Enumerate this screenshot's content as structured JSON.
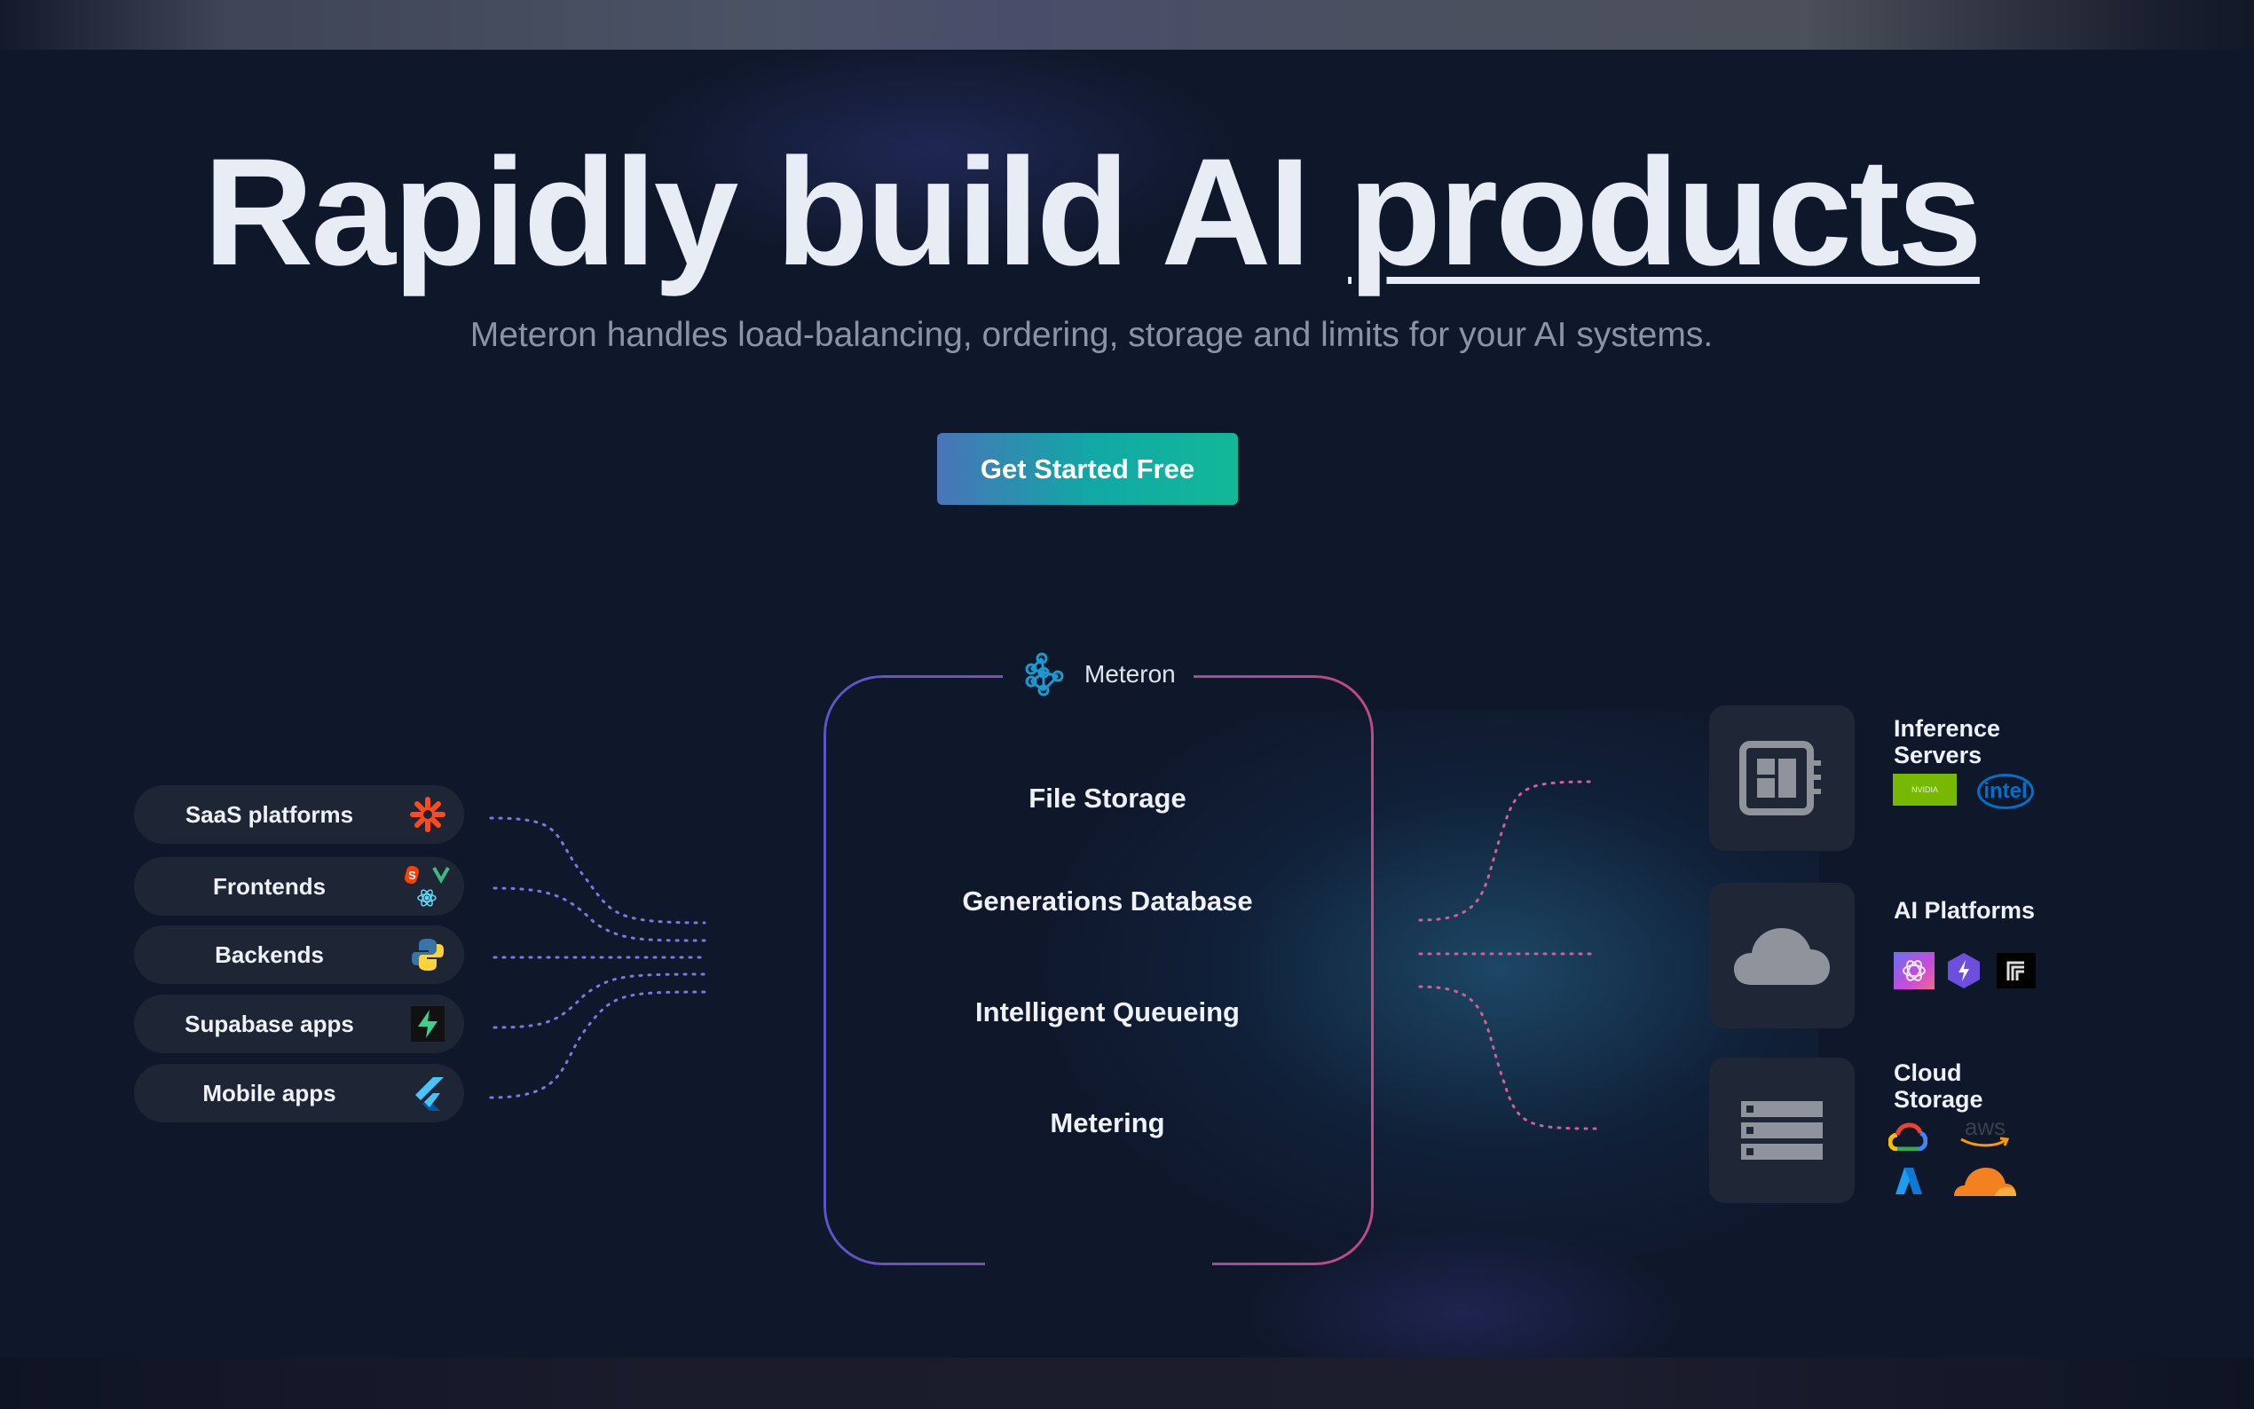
{
  "hero": {
    "title_prefix": "Rapidly build AI ",
    "title_highlight": "products",
    "subtitle": "Meteron handles load-balancing, ordering, storage and limits for your AI systems.",
    "cta_label": "Get Started Free"
  },
  "diagram": {
    "core": {
      "brand": "Meteron",
      "features": [
        "File Storage",
        "Generations Database",
        "Intelligent Queueing",
        "Metering"
      ]
    },
    "sources": [
      {
        "label": "SaaS platforms",
        "icons": [
          "zapier-icon"
        ]
      },
      {
        "label": "Frontends",
        "icons": [
          "svelte-icon",
          "vue-icon",
          "react-icon"
        ]
      },
      {
        "label": "Backends",
        "icons": [
          "python-icon"
        ]
      },
      {
        "label": "Supabase apps",
        "icons": [
          "supabase-icon"
        ]
      },
      {
        "label": "Mobile apps",
        "icons": [
          "flutter-icon"
        ]
      }
    ],
    "targets": [
      {
        "label": "Inference Servers",
        "icon": "chip-icon",
        "logos": [
          "nvidia-logo",
          "intel-logo"
        ]
      },
      {
        "label": "AI Platforms",
        "icon": "cloud-icon",
        "logos": [
          "openai-logo",
          "stability-logo",
          "replicate-logo"
        ]
      },
      {
        "label": "Cloud Storage",
        "icon": "server-icon",
        "logos": [
          "google-cloud-logo",
          "aws-logo",
          "azure-logo",
          "cloudflare-logo"
        ]
      }
    ],
    "logo_text": {
      "nvidia": "NVIDIA",
      "intel": "intel",
      "aws": "aws"
    }
  },
  "colors": {
    "background": "#0f172a",
    "cta_start": "#4a74b8",
    "cta_end": "#12b897",
    "border_left": "#5a55c8",
    "border_right": "#c04a86",
    "connector": "#7b78e0",
    "connector_right": "#d0609a"
  }
}
